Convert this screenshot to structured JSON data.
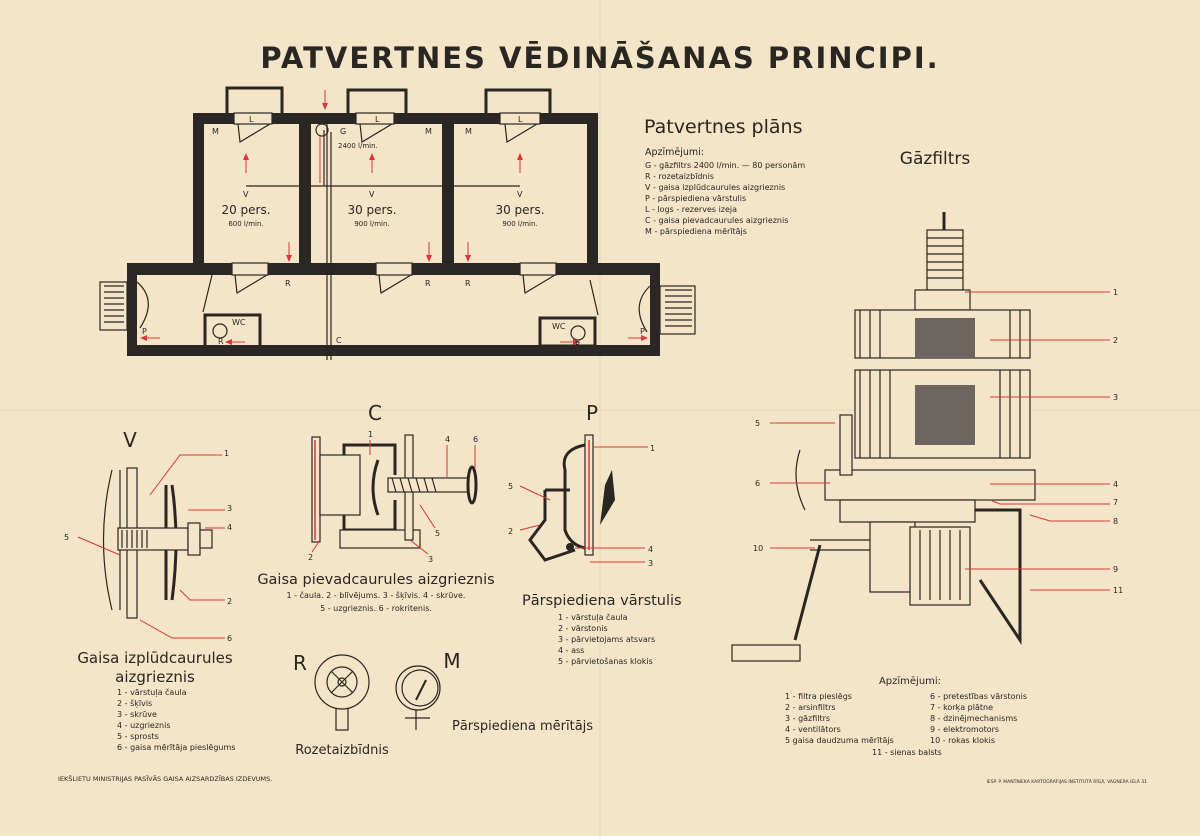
{
  "title": "PATVERTNES VĒDINĀŠANAS PRINCIPI.",
  "plan": {
    "heading": "Patvertnes plāns",
    "legend_title": "Apzīmējumi:",
    "legend": [
      "G - gāzfiltrs 2400 l/min. — 80 personām",
      "R - rozetaizbīdnis",
      "V - gaisa izplūdcaurules aizgrieznis",
      "P - pārspiediena vārstulis",
      "L - logs - rezerves izeja",
      "C - gaisa pievadcaurules aizgrieznis",
      "M - pārspiediena mērītājs"
    ],
    "rooms": [
      {
        "persons": "20 pers.",
        "flow": "600 l/min."
      },
      {
        "persons": "30 pers.",
        "flow": "900 l/min."
      },
      {
        "persons": "30 pers.",
        "flow": "900 l/min."
      }
    ],
    "filter_flow": "2400 l/min.",
    "marks": {
      "M": "M",
      "L": "L",
      "G": "G",
      "V": "V",
      "R": "R",
      "C": "C",
      "P": "P",
      "WC": "WC"
    }
  },
  "valve_v": {
    "letter": "V",
    "title_line1": "Gaisa izplūdcaurules",
    "title_line2": "aizgrieznis",
    "callouts": [
      "1",
      "2",
      "3",
      "4",
      "5",
      "6"
    ],
    "legend": [
      "1 - vārstuļa čaula",
      "2 - šķīvis",
      "3 - skrūve",
      "4 - uzgrieznis",
      "5 - sprosts",
      "6 - gaisa mērītāja pieslēgums"
    ]
  },
  "valve_c": {
    "letter": "C",
    "title": "Gaisa pievadcaurules aizgrieznis",
    "legend_line1": "1 - čaula. 2 - blīvējums. 3 - šķīvis. 4 - skrūve.",
    "legend_line2": "5 - uzgrieznis. 6 - rokritenis.",
    "callouts": [
      "1",
      "2",
      "3",
      "4",
      "5",
      "6"
    ]
  },
  "valve_p": {
    "letter": "P",
    "title": "Pārspiediena vārstulis",
    "callouts": [
      "1",
      "2",
      "3",
      "4",
      "5"
    ],
    "legend": [
      "1 - vārstuļa čaula",
      "2 - vārstonis",
      "3 - pārvietojams atsvars",
      "4 - ass",
      "5 - pārvietošanas klokis"
    ]
  },
  "rosette": {
    "letter": "R",
    "title": "Rozetaizbīdnis"
  },
  "gauge": {
    "letter": "M",
    "title": "Pārspiediena mērītājs"
  },
  "gasfilter": {
    "heading": "Gāzfiltrs",
    "legend_title": "Apzīmējumi:",
    "legend_left": [
      "1 - filtra pieslēgs",
      "2 - arsinfiltrs",
      "3 - gāzfiltrs",
      "4 - ventilātors",
      "5  gaisa daudzuma mērītājs"
    ],
    "legend_right": [
      "6 - pretestības vārstonis",
      "7 - korķa plātne",
      "8 - dzinējmechanisms",
      "9 - elektromotors",
      "10 - rokas klokis"
    ],
    "legend_bottom": "11 - sienas balsts",
    "callouts": [
      "1",
      "2",
      "3",
      "4",
      "5",
      "6",
      "7",
      "8",
      "9",
      "10",
      "11"
    ]
  },
  "footer": {
    "publisher": "IEKŠLIETU MINISTRIJAS PASĪVĀS GAISA AIZSARDZĪBAS IZDEVUMS.",
    "printer": "IESP. P. MANTNIEKA KARTOGRAFIJAS INSTITUTĀ RĪGĀ, VAGNERA IELĀ 31"
  },
  "colors": {
    "paper": "#f4e5c8",
    "ink": "#2a2622",
    "accent": "#d8363a"
  }
}
